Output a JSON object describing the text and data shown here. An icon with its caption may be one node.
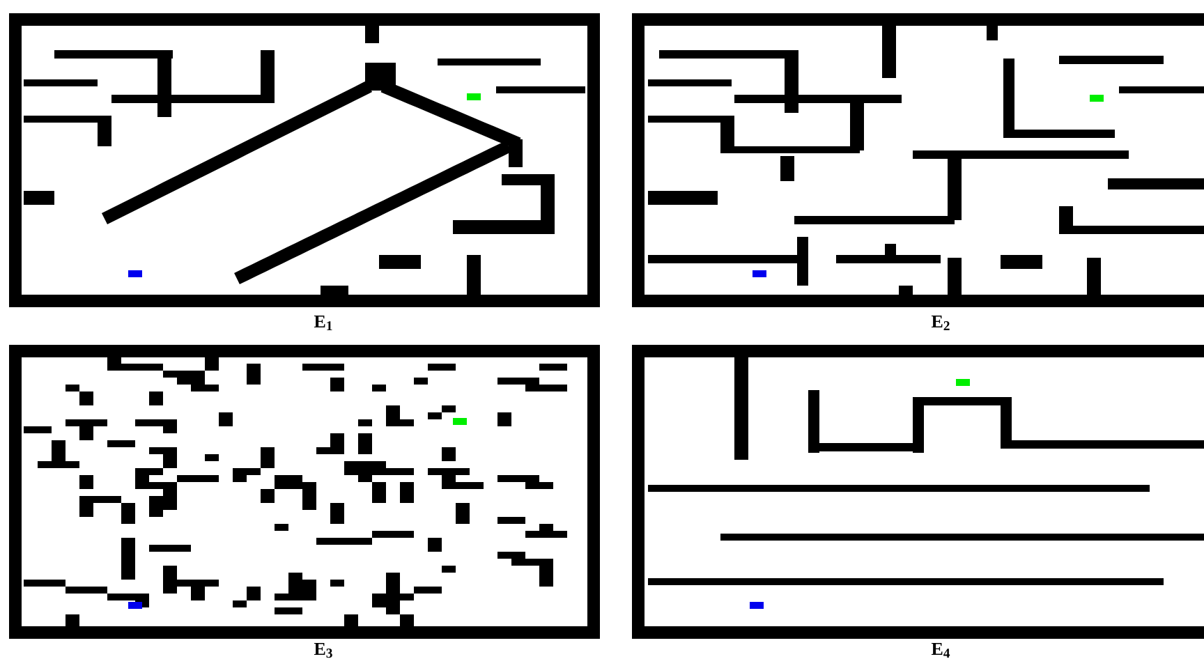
{
  "diagram": {
    "labels": [
      "E$_{1}$",
      "E$_{2}$",
      "E$_{3}$",
      "E$_{4}$"
    ]
  }
}
